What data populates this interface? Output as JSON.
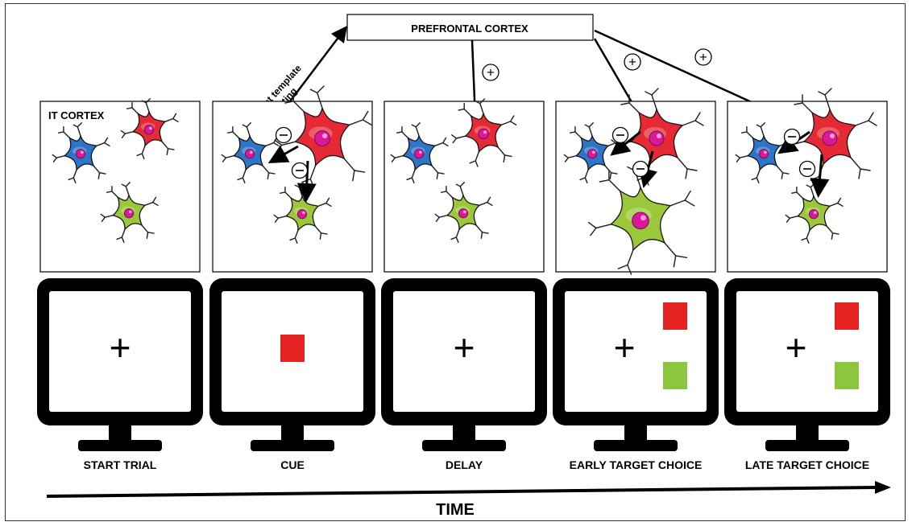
{
  "title": "PREFRONTAL CORTEX",
  "region_label": "IT CORTEX",
  "feedback_label_line1": "Target template",
  "feedback_label_line2": "setting",
  "time_label": "TIME",
  "plus_symbol": "+",
  "minus_symbol": "−",
  "stages": [
    {
      "label": "START TRIAL",
      "screen": {
        "fixation": "+",
        "cue": false,
        "targets": false
      }
    },
    {
      "label": "CUE",
      "screen": {
        "fixation": "",
        "cue": true,
        "targets": false
      }
    },
    {
      "label": "DELAY",
      "screen": {
        "fixation": "+",
        "cue": false,
        "targets": false
      }
    },
    {
      "label": "EARLY TARGET CHOICE",
      "screen": {
        "fixation": "+",
        "cue": false,
        "targets": true
      }
    },
    {
      "label": "LATE TARGET CHOICE",
      "screen": {
        "fixation": "+",
        "cue": false,
        "targets": true
      }
    }
  ],
  "colors": {
    "neuron_red": "#e52a35",
    "neuron_blue": "#2e75c7",
    "neuron_green": "#9bc73a",
    "nucleus": "#d9189a",
    "cue_red": "#e52222",
    "target_green": "#8cc63f",
    "monitor": "#000000"
  }
}
